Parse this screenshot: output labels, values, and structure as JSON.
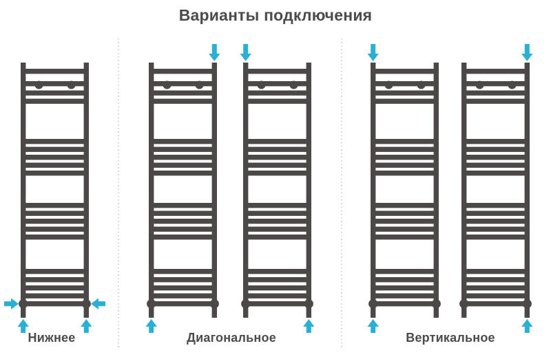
{
  "page": {
    "title": "Варианты подключения",
    "background": "#ffffff"
  },
  "colors": {
    "radiator": "#4b4847",
    "arrow": "#29b0d5",
    "text": "#4d4b4a",
    "divider": "#cccccc"
  },
  "variants": [
    {
      "id": "bottom",
      "label": "Нижнее",
      "radiators": [
        {
          "arrows": [
            "side-left-in",
            "side-right-in",
            "bottom-left-up",
            "bottom-right-up"
          ]
        }
      ]
    },
    {
      "id": "diagonal",
      "label": "Диагональное",
      "radiators": [
        {
          "arrows": [
            "top-right-down",
            "bottom-left-up"
          ]
        },
        {
          "arrows": [
            "top-left-down",
            "bottom-right-up"
          ]
        }
      ]
    },
    {
      "id": "vertical",
      "label": "Вертикальное",
      "radiators": [
        {
          "arrows": [
            "top-left-down",
            "bottom-left-up"
          ]
        },
        {
          "arrows": [
            "top-right-down",
            "bottom-right-up"
          ]
        }
      ]
    }
  ]
}
